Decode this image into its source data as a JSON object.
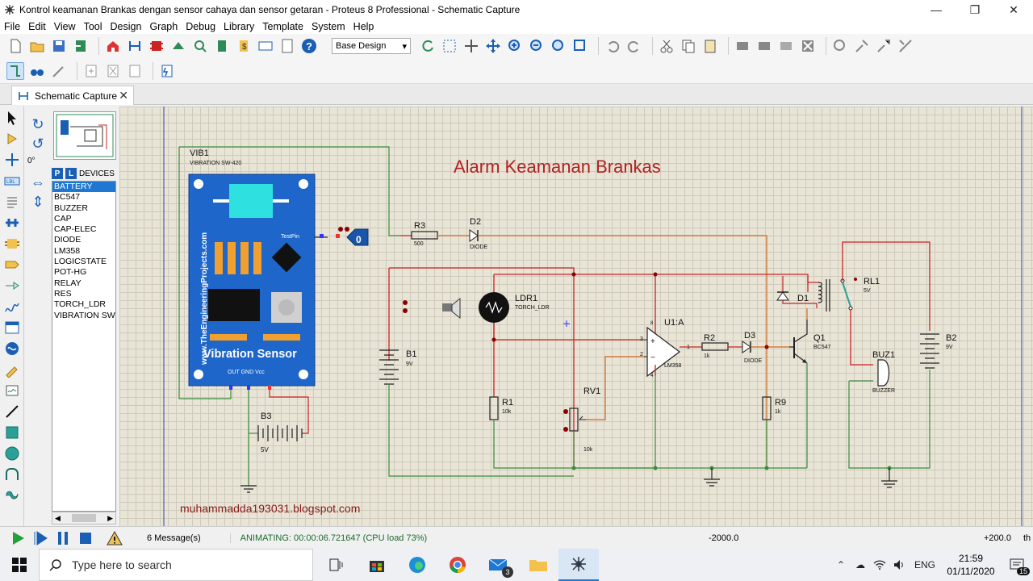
{
  "window": {
    "title": "Kontrol keamanan Brankas dengan sensor cahaya dan sensor getaran - Proteus 8 Professional - Schematic Capture",
    "minimize": "—",
    "restore": "❐",
    "close": "✕"
  },
  "menu": [
    "File",
    "Edit",
    "View",
    "Tool",
    "Design",
    "Graph",
    "Debug",
    "Library",
    "Template",
    "System",
    "Help"
  ],
  "toolbar": {
    "design_select": "Base Design"
  },
  "tab": {
    "label": "Schematic Capture",
    "close": "✕"
  },
  "side": {
    "angle": "0°",
    "p_btn": "P",
    "l_btn": "L",
    "devices_label": "DEVICES",
    "devices": [
      "BATTERY",
      "BC547",
      "BUZZER",
      "CAP",
      "CAP-ELEC",
      "DIODE",
      "LM358",
      "LOGICSTATE",
      "POT-HG",
      "RELAY",
      "RES",
      "TORCH_LDR",
      "VIBRATION SW"
    ],
    "selected_index": 0
  },
  "schematic": {
    "title": "Alarm Keamanan Brankas",
    "blog": "muhammadda193031.blogspot.com",
    "vib_ref": "VIB1",
    "vib_model": "VIBRATION SW-420",
    "vib_site": "www.TheEngineeringProjects.com",
    "vib_name": "Vibration Sensor",
    "vib_testpin": "TestPin",
    "vib_pins": "OUT GND Vcc",
    "logic_state": "0",
    "r3": "R3",
    "r3_val": "500",
    "d2": "D2",
    "d2_type": "DIODE",
    "ldr": "LDR1",
    "ldr_type": "TORCH_LDR",
    "b1": "B1",
    "b1_val": "9V",
    "r1": "R1",
    "r1_val": "10k",
    "rv1": "RV1",
    "rv1_val": "10k",
    "u1": "U1:A",
    "u1_type": "LM358",
    "r2": "R2",
    "r2_val": "1k",
    "d3": "D3",
    "d3_type": "DIODE",
    "q1": "Q1",
    "q1_type": "BC547",
    "r9": "R9",
    "r9_val": "1k",
    "d1": "D1",
    "rl1": "RL1",
    "rl1_val": "5V",
    "buz": "BUZ1",
    "buz_type": "BUZZER",
    "b2": "B2",
    "b2_val": "9V",
    "b3": "B3",
    "b3_val": "5V",
    "pin8": "8",
    "pin3": "3",
    "pin2": "2",
    "pin1": "1",
    "pin4": "4"
  },
  "status": {
    "messages": "6 Message(s)",
    "animating": "ANIMATING: 00:00:06.721647 (CPU load 73%)",
    "x": "-2000.0",
    "y": "+200.0",
    "unit": "th"
  },
  "taskbar": {
    "search": "Type here to search",
    "lang": "ENG",
    "time": "21:59",
    "date": "01/11/2020",
    "mail_badge": "3",
    "notif_badge": "15"
  }
}
